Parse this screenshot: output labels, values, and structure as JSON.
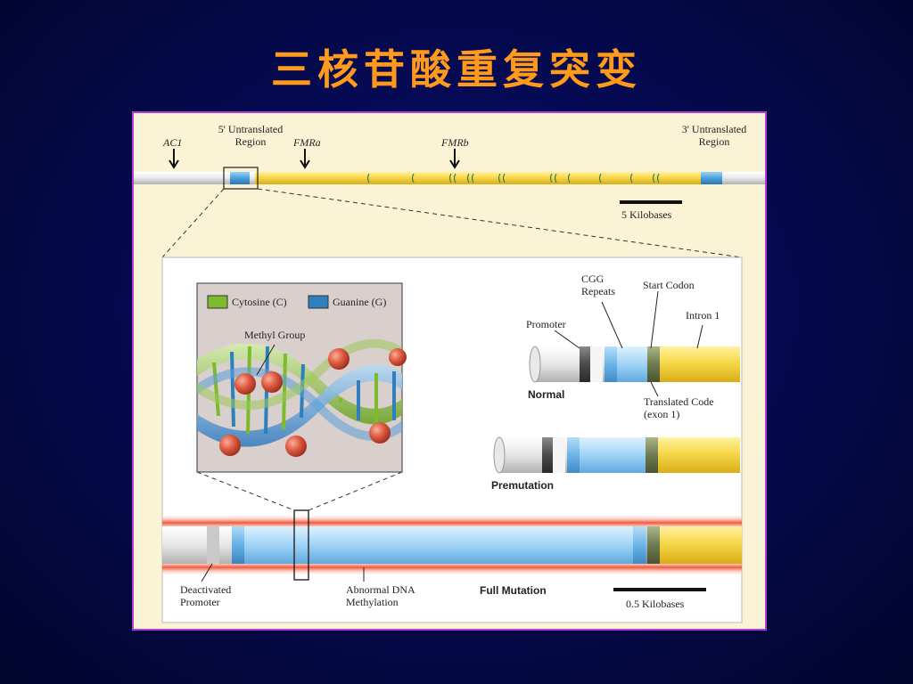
{
  "slide": {
    "title": "三核苷酸重复突变"
  },
  "top_gene": {
    "ac1_label": "AC1",
    "utr5_label": "5' Untranslated\nRegion",
    "fmra_label": "FMRa",
    "fmrb_label": "FMRb",
    "utr3_label": "3' Untranslated\nRegion",
    "scale_label": "5 Kilobases"
  },
  "inset": {
    "cytosine_legend": "Cytosine (C)",
    "guanine_legend": "Guanine (G)",
    "methyl_label": "Methyl Group",
    "colors": {
      "cytosine": "#7dbb2c",
      "guanine": "#2f7fbf",
      "methyl": "#d9543c"
    }
  },
  "detail": {
    "cgg_label": "CGG\nRepeats",
    "start_codon_label": "Start Codon",
    "promoter_label": "Promoter",
    "intron_label": "Intron 1",
    "translated_label": "Translated Code\n(exon 1)",
    "normal_label": "Normal",
    "premutation_label": "Premutation",
    "full_mutation_label": "Full Mutation",
    "deactivated_label": "Deactivated\nPromoter",
    "methylation_label": "Abnormal DNA\nMethylation",
    "scale_label": "0.5 Kilobases"
  }
}
